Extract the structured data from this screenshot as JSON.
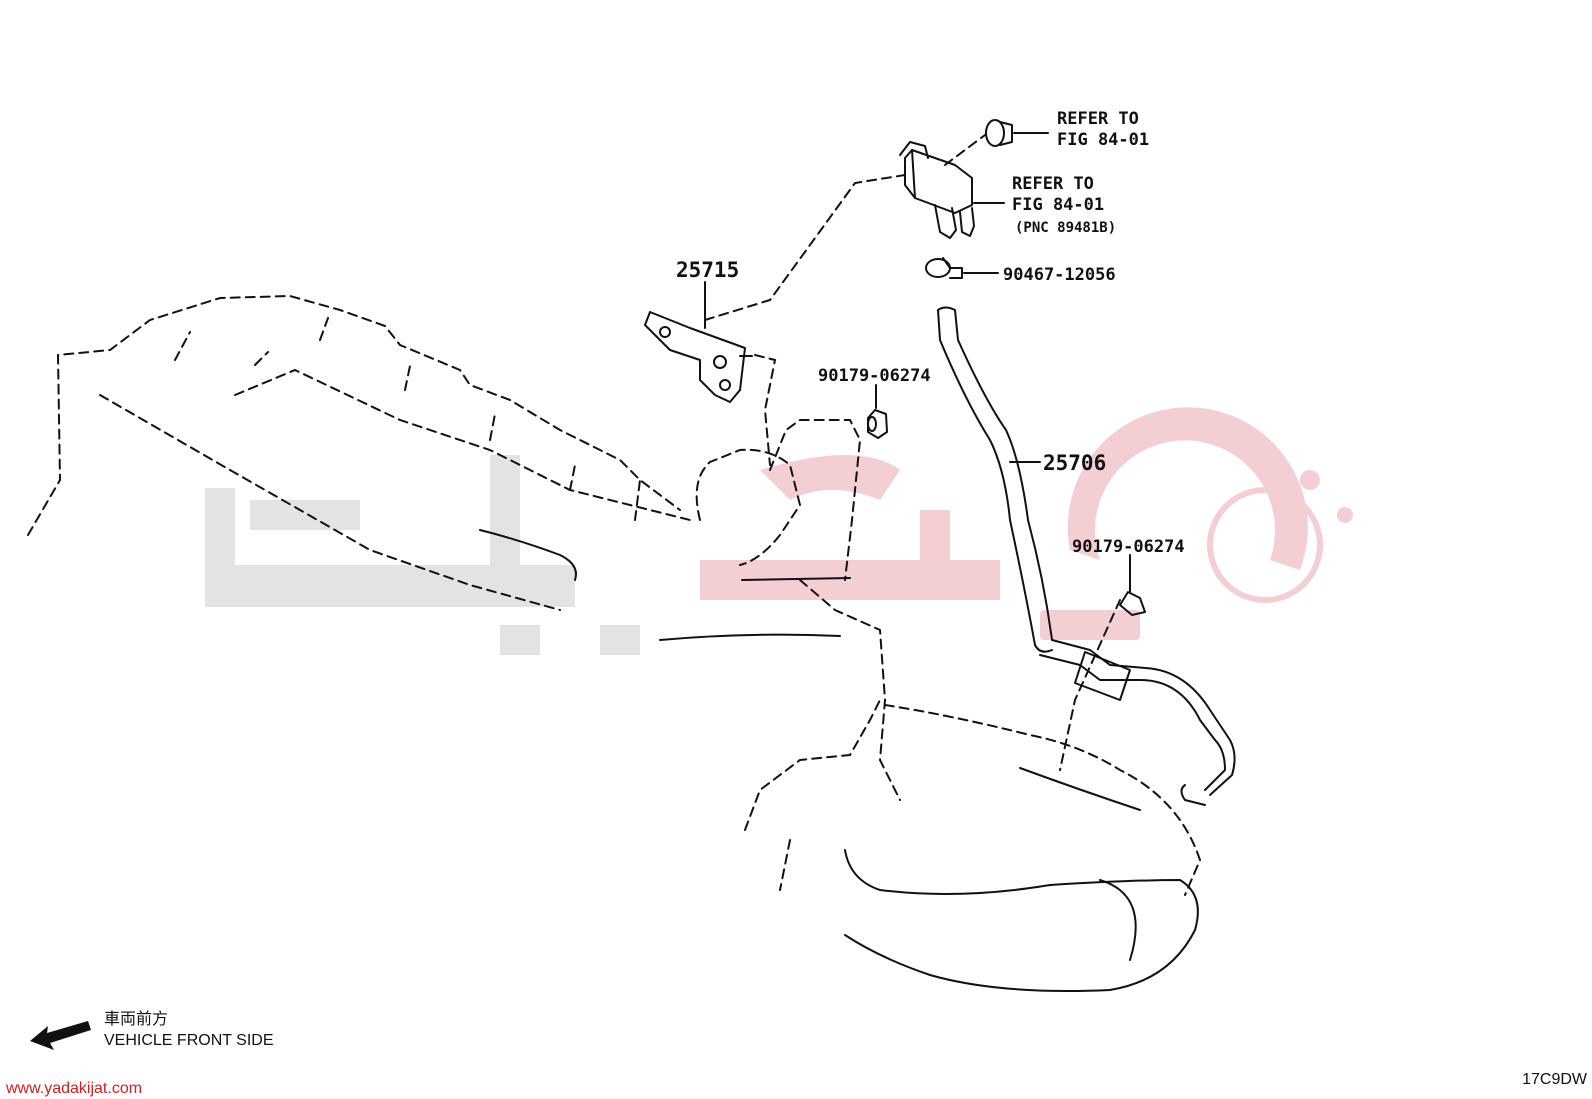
{
  "diagram": {
    "part_numbers": {
      "bracket": "25715",
      "hose": "25706",
      "clamp": "90467-12056",
      "nut_upper": "90179-06274",
      "nut_lower": "90179-06274"
    },
    "refer_top": {
      "line1": "REFER TO",
      "line2": "FIG 84-01"
    },
    "refer_sensor": {
      "line1": "REFER TO",
      "line2": "FIG 84-01",
      "line3": "(PNC 89481B)"
    },
    "orientation": {
      "label_jp": "車両前方",
      "label_en": "VEHICLE FRONT SIDE"
    },
    "website": "www.yadakijat.com",
    "figure_code": "17C9DW"
  },
  "colors": {
    "line": "#111111",
    "website_text": "#cc2222",
    "watermark_grey": "#e3e3e3",
    "watermark_pink": "#f3cfd4"
  }
}
